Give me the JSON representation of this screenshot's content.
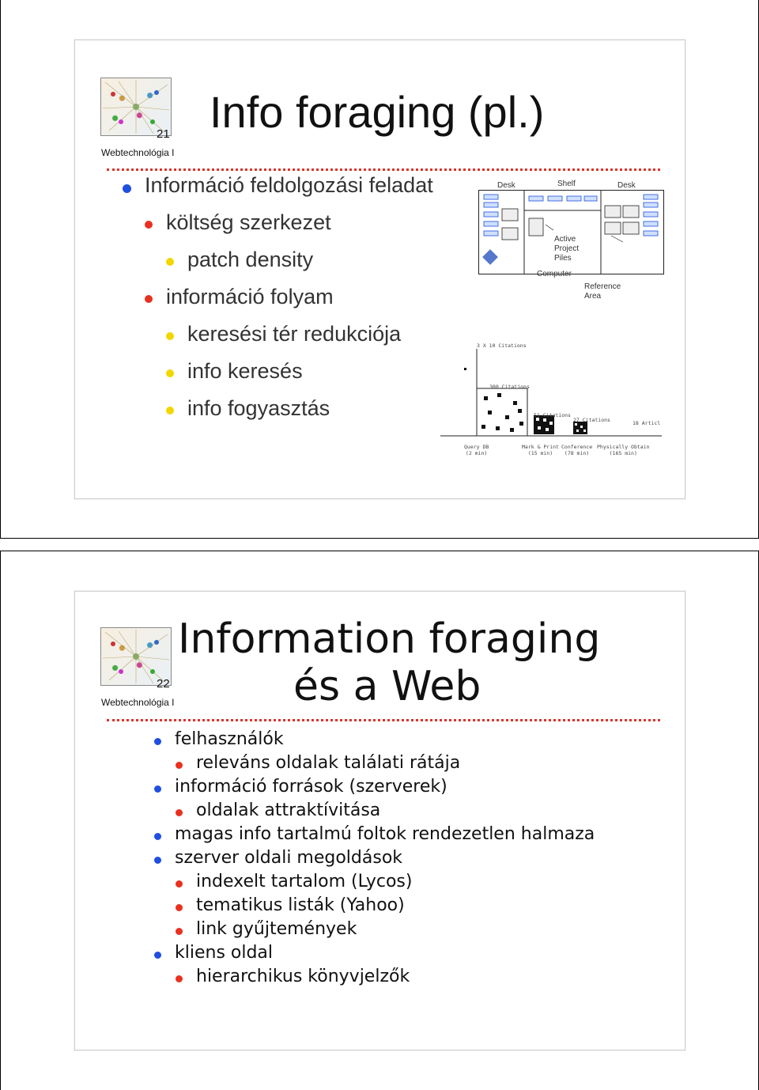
{
  "slide1": {
    "number": "21",
    "course": "Webtechnológia I",
    "title": "Info foraging (pl.)",
    "bullets": [
      {
        "level": 1,
        "text": "Információ feldolgozási feladat"
      },
      {
        "level": 2,
        "text": "költség szerkezet"
      },
      {
        "level": 3,
        "text": "patch density"
      },
      {
        "level": 2,
        "text": "információ folyam"
      },
      {
        "level": 3,
        "text": "keresési tér redukciója"
      },
      {
        "level": 3,
        "text": "info keresés"
      },
      {
        "level": 3,
        "text": "info fogyasztás"
      }
    ],
    "diagram": {
      "desk_left": "Desk",
      "shelf": "Shelf",
      "desk_right": "Desk",
      "active_piles": "Active\nProject\nPiles",
      "computer": "Computer",
      "reference_area": "Reference\nArea",
      "citations_top": "3 X 10 Citations",
      "citations_300": "300 Citations",
      "citations_51": "51 Citations",
      "citations_27": "27 Citations",
      "articles_18": "18 Articl",
      "stage1": "Query DB\n(2 min)",
      "stage2": "Mark & Print\n(15 min)",
      "stage3": "Conference\n(78 min)",
      "stage4": "Physically Obtain\n(165 min)"
    }
  },
  "slide2": {
    "number": "22",
    "course": "Webtechnológia I",
    "title_line1": "Information foraging",
    "title_line2": "és a Web",
    "bullets": [
      {
        "level": 1,
        "text": "felhasználók"
      },
      {
        "level": 2,
        "text": "releváns oldalak találati rátája"
      },
      {
        "level": 1,
        "text": "információ források (szerverek)"
      },
      {
        "level": 2,
        "text": "oldalak attraktívitása"
      },
      {
        "level": 1,
        "text": "magas info tartalmú foltok rendezetlen halmaza"
      },
      {
        "level": 1,
        "text": "szerver oldali megoldások"
      },
      {
        "level": 2,
        "text": "indexelt tartalom (Lycos)"
      },
      {
        "level": 2,
        "text": "tematikus listák (Yahoo)"
      },
      {
        "level": 2,
        "text": "link gyűjtemények"
      },
      {
        "level": 1,
        "text": "kliens oldal"
      },
      {
        "level": 2,
        "text": "hierarchikus könyvjelzők"
      }
    ]
  }
}
